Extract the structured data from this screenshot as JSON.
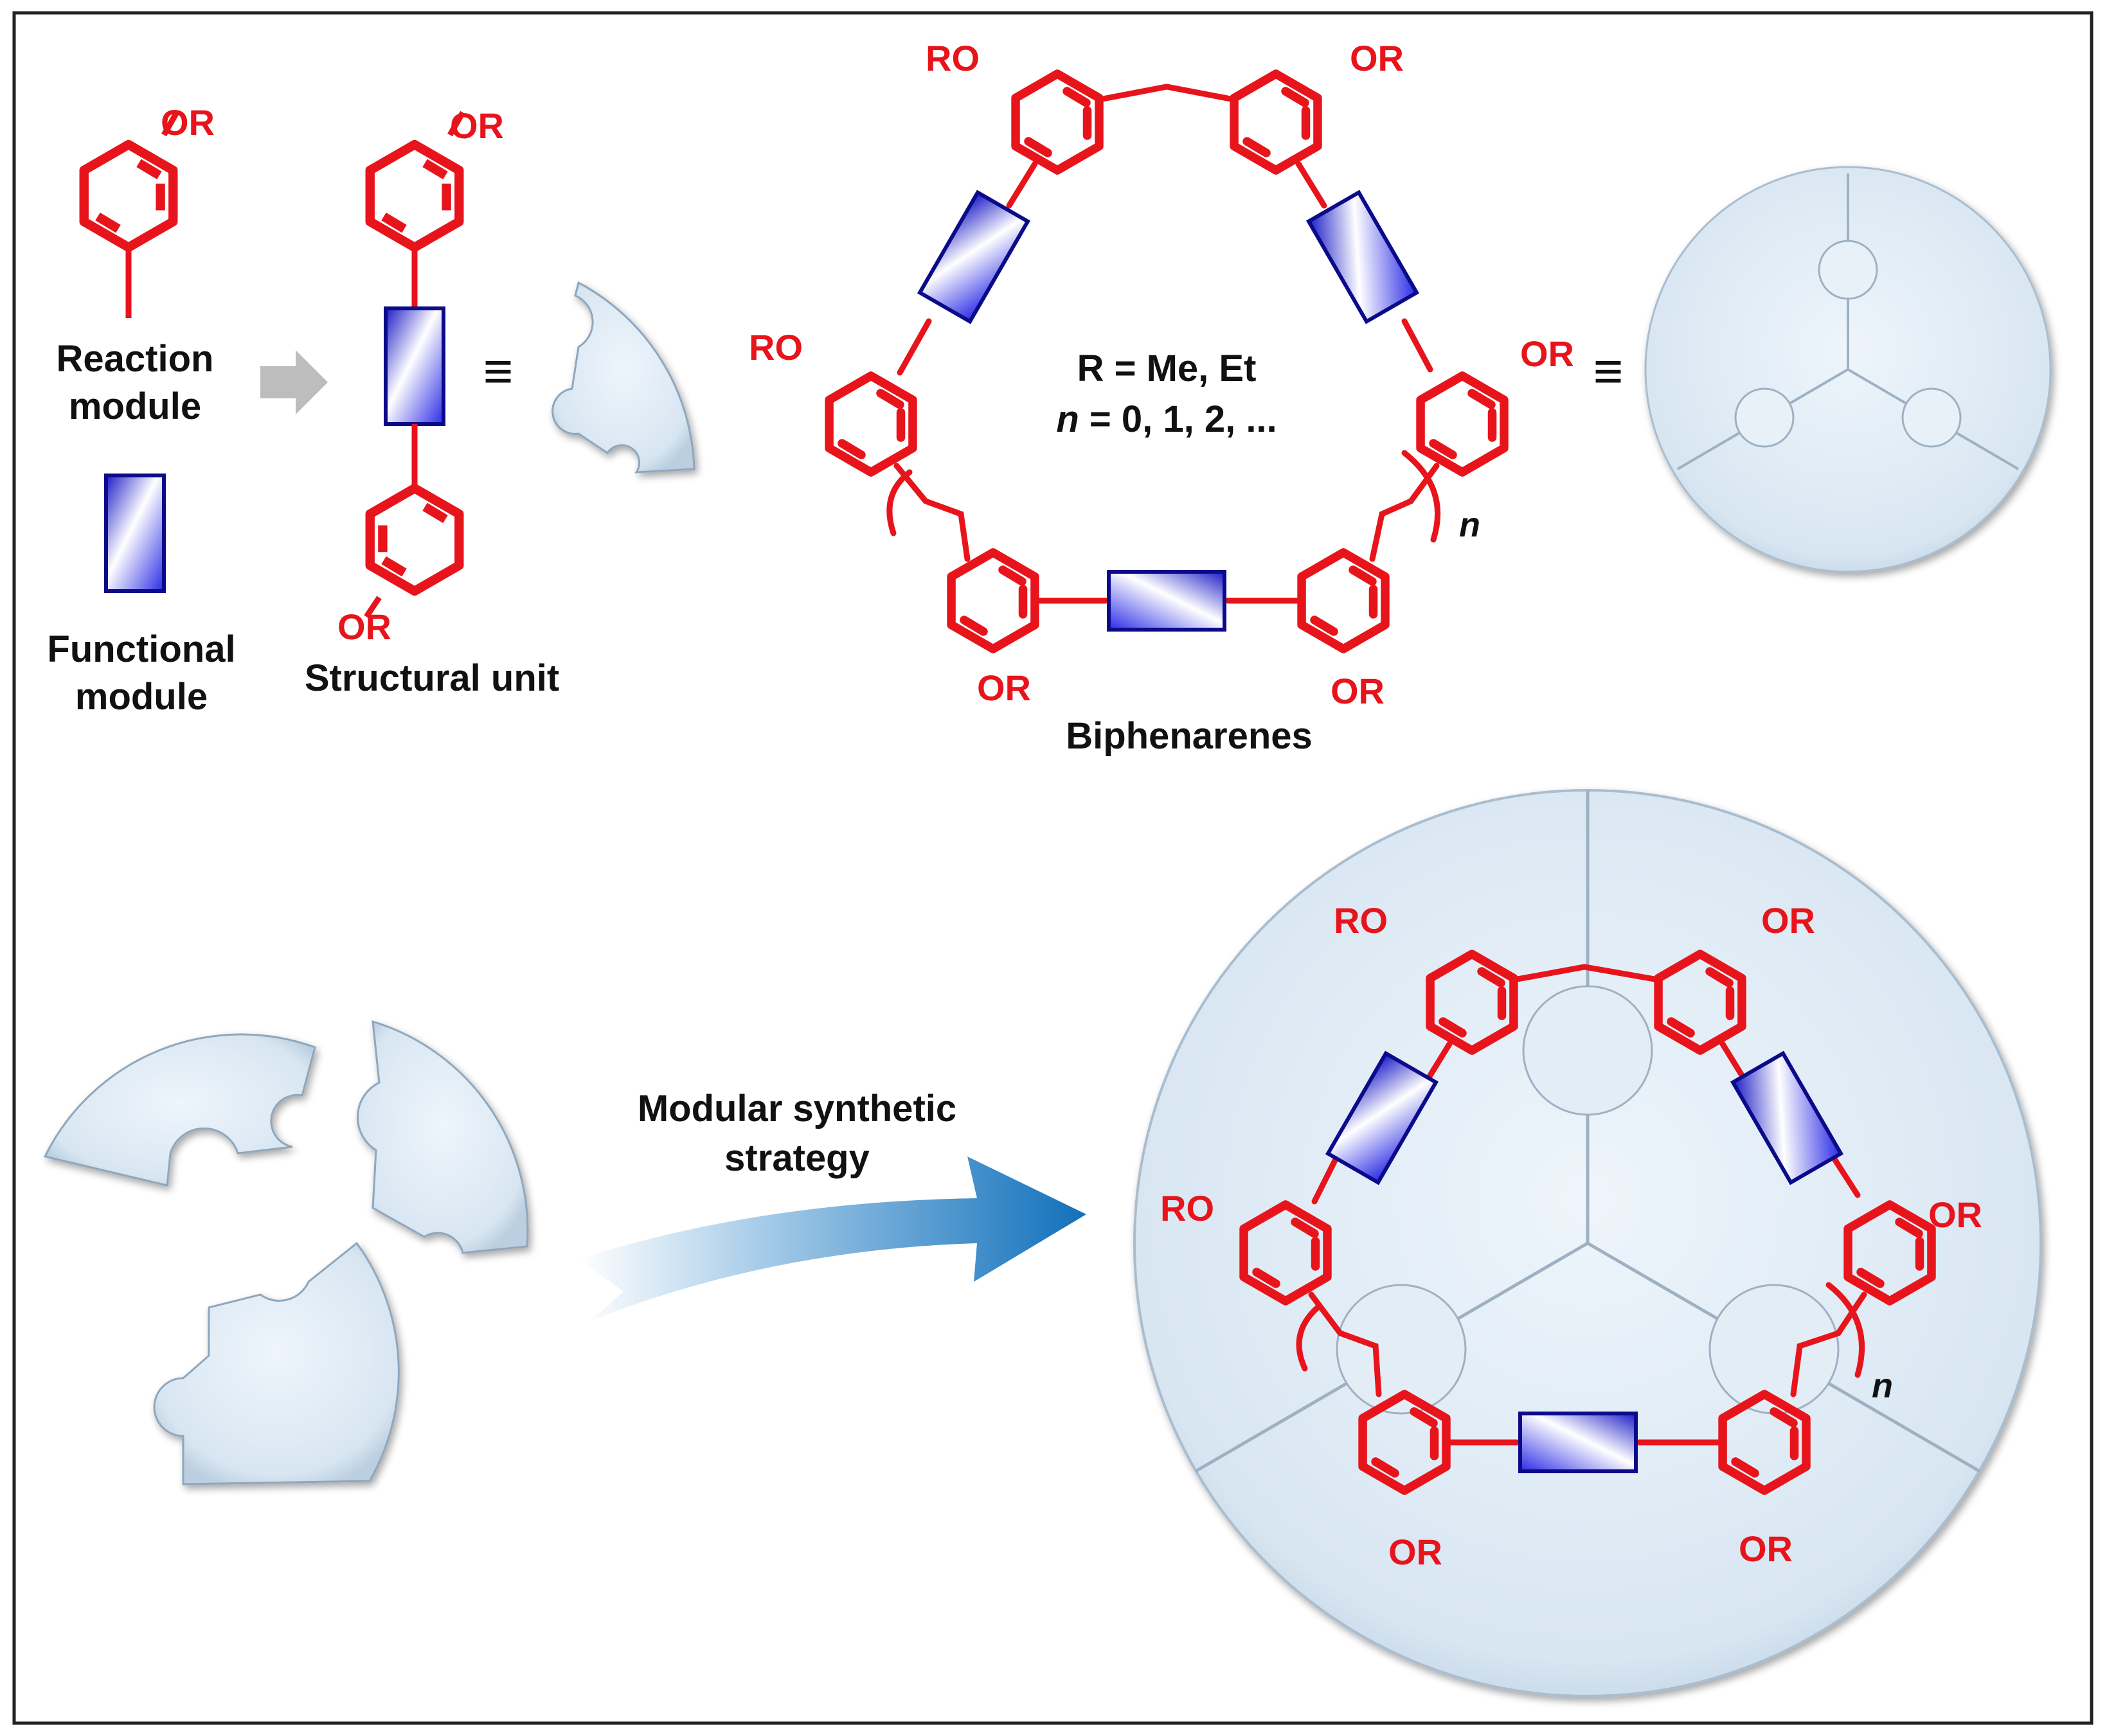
{
  "colors": {
    "bond": "#e8141b",
    "module_fill": "#2525e0",
    "module_stroke": "#0b0b8a",
    "piece": "#dde9f4",
    "arrow_blue": "#1874c4",
    "arrow_gray": "#bdbdbd",
    "frame": "#222222"
  },
  "labels": {
    "reaction_module_l1": "Reaction",
    "reaction_module_l2": "module",
    "functional_module_l1": "Functional",
    "functional_module_l2": "module",
    "structural_unit": "Structural unit",
    "biphenarenes": "Biphenarenes",
    "r_def": "R = Me, Et",
    "n_symbol": "n",
    "n_def": " = 0, 1, 2, ...",
    "equiv": "≡",
    "strategy_l1": "Modular synthetic",
    "strategy_l2": "strategy",
    "or": "OR",
    "ro": "RO",
    "n": "n"
  },
  "icons": [
    "gray-arrow-icon",
    "blue-curved-arrow-icon",
    "puzzle-piece-icon",
    "puzzle-disc-icon",
    "functional-module-icon"
  ]
}
